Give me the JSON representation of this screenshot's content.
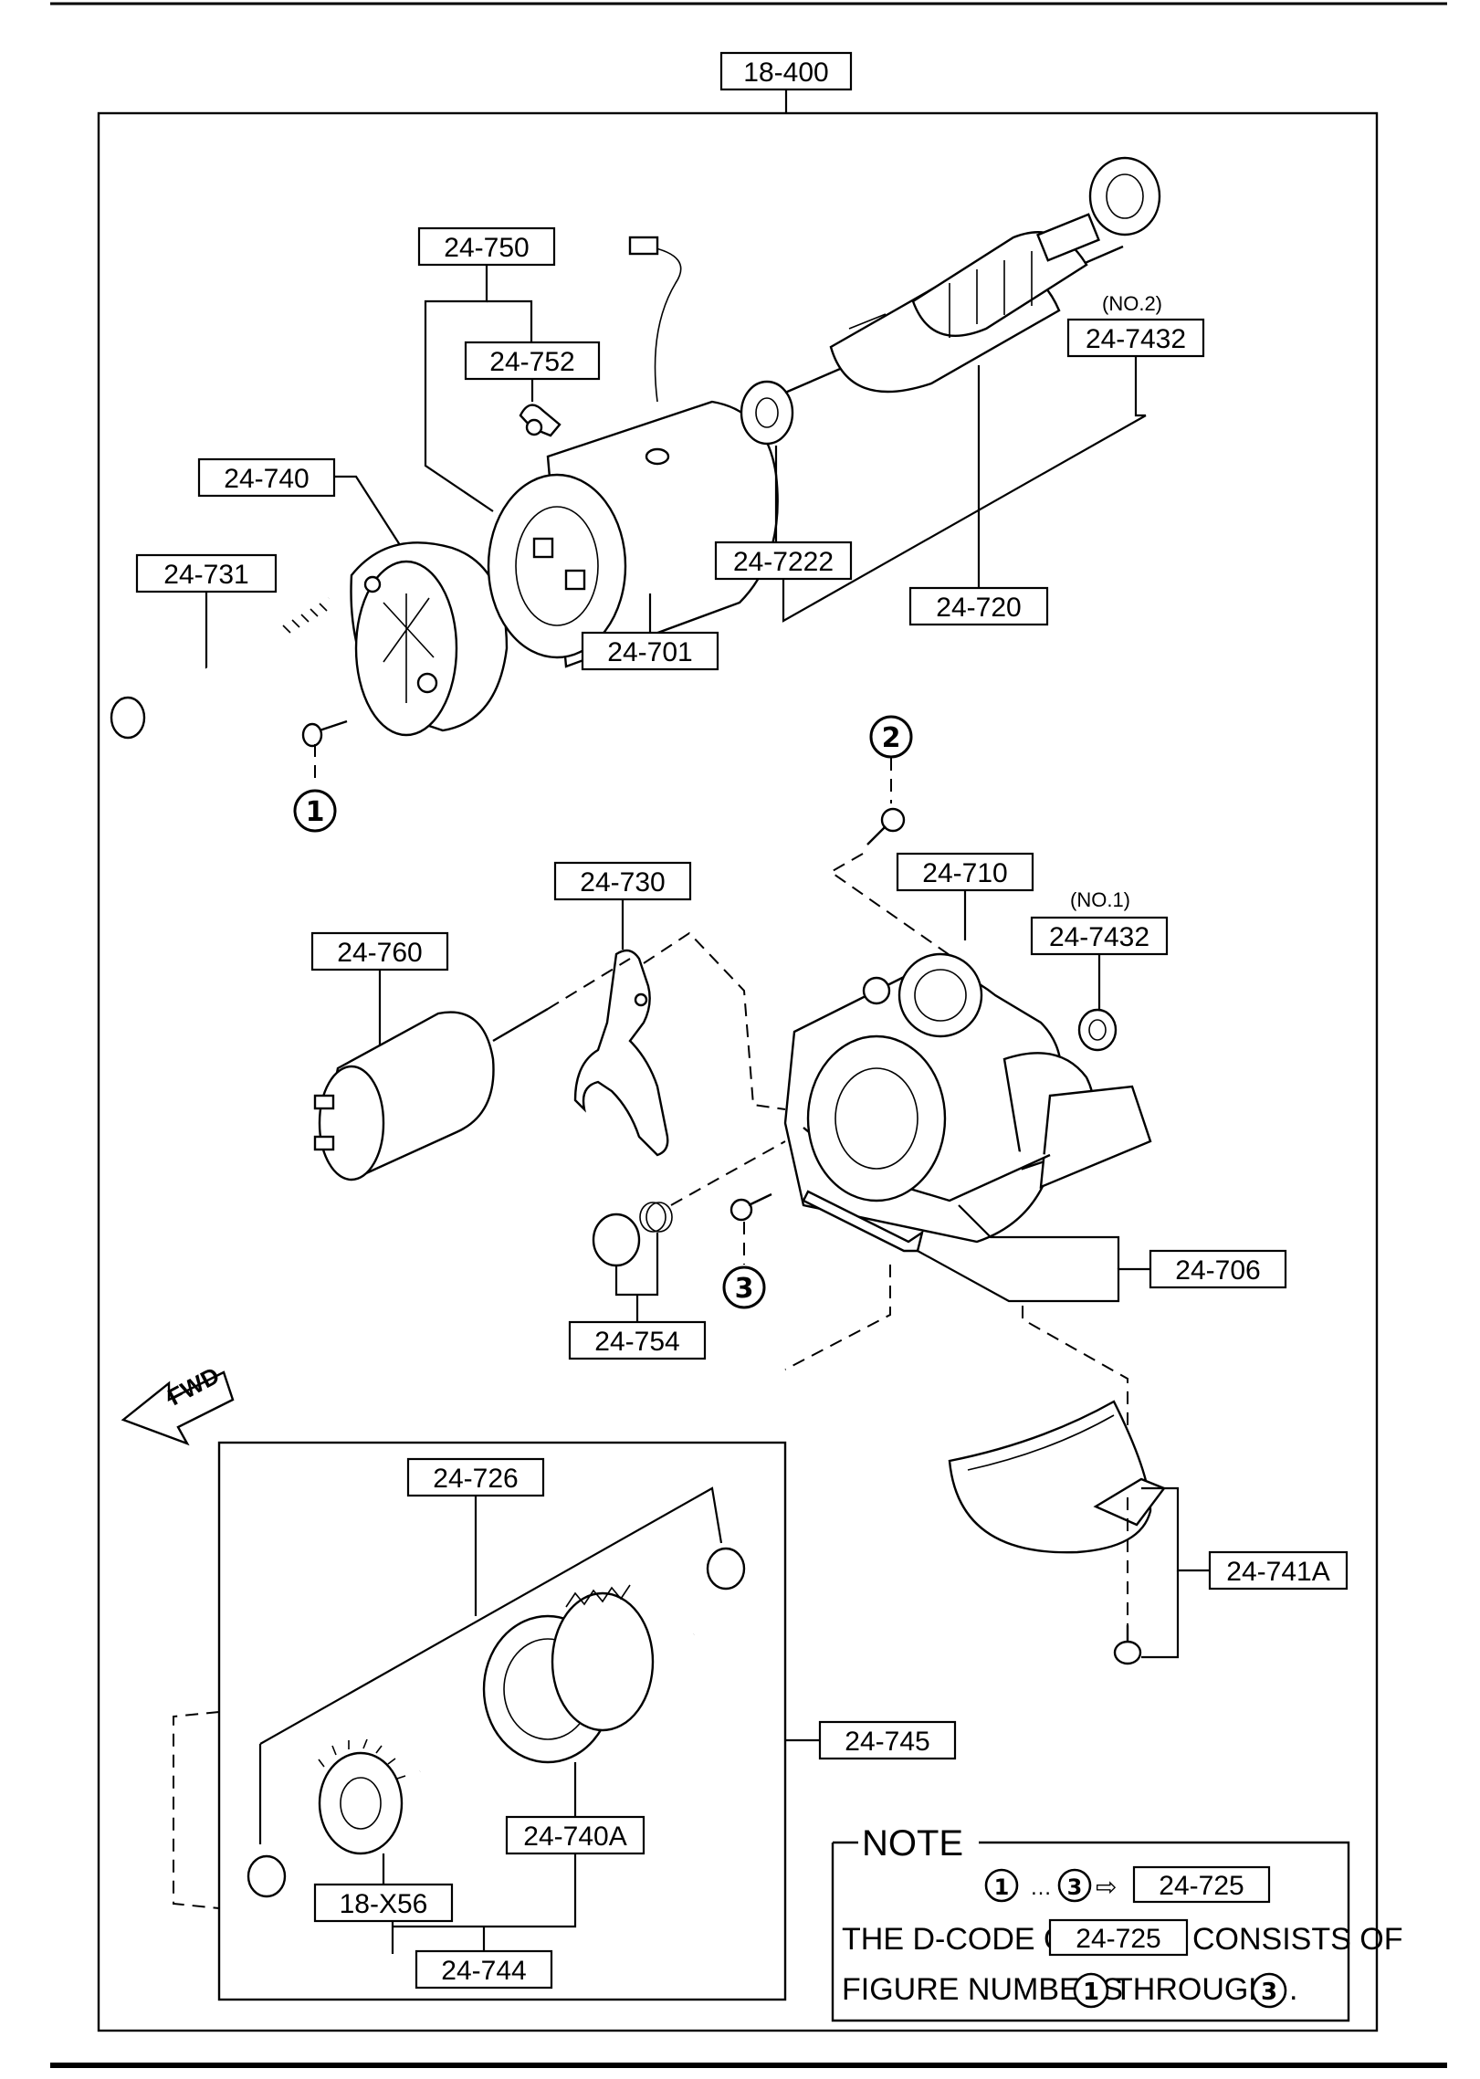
{
  "top_label": "18-400",
  "labels": {
    "l24_750": "24-750",
    "l24_752": "24-752",
    "l24_740": "24-740",
    "l24_731": "24-731",
    "l24_701": "24-701",
    "l24_7222": "24-7222",
    "l24_720": "24-720",
    "l24_7432_no2": "24-7432",
    "no2": "(NO.2)",
    "l24_730": "24-730",
    "l24_710": "24-710",
    "l24_7432_no1": "24-7432",
    "no1": "(NO.1)",
    "l24_760": "24-760",
    "l24_754": "24-754",
    "l24_706": "24-706",
    "l24_741A": "24-741A",
    "l24_726": "24-726",
    "l24_745": "24-745",
    "l24_740A": "24-740A",
    "l18_X56": "18-X56",
    "l24_744": "24-744"
  },
  "circle_numbers": [
    "1",
    "2",
    "3"
  ],
  "fwd_label": "FWD",
  "note": {
    "title": "NOTE",
    "range_sep": "…",
    "arrow": "⇨",
    "code": "24-725",
    "line2_prefix": "THE D-CODE OF",
    "line2_code": "24-725",
    "line2_suffix": "CONSISTS OF",
    "line3_prefix": "FIGURE NUMBERS",
    "line3_mid": "THROUGH",
    "line3_end": "."
  }
}
